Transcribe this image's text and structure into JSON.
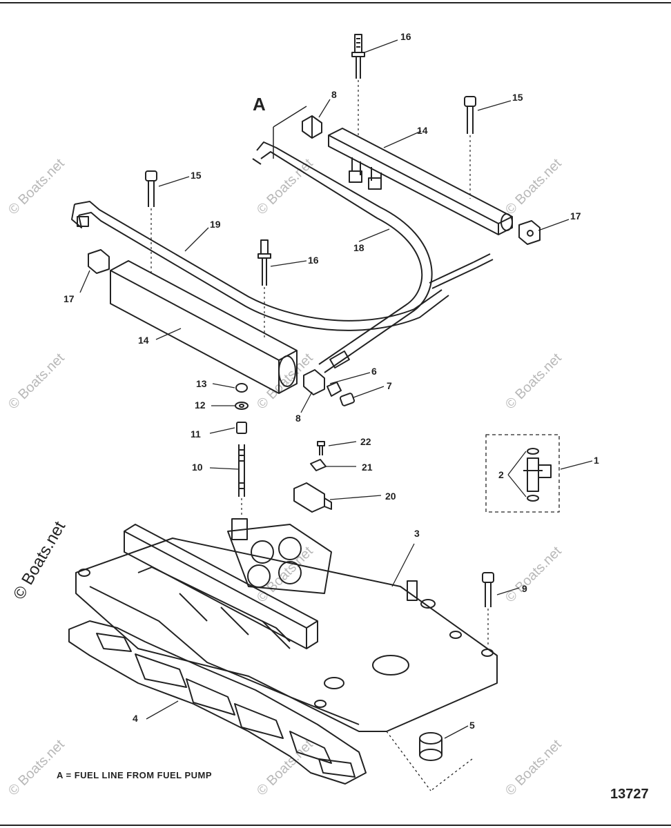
{
  "diagram": {
    "callouts": {
      "c1": "1",
      "c2": "2",
      "c3": "3",
      "c4": "4",
      "c5": "5",
      "c6": "6",
      "c7": "7",
      "c8a": "8",
      "c8b": "8",
      "c9": "9",
      "c10": "10",
      "c11": "11",
      "c12": "12",
      "c13": "13",
      "c14a": "14",
      "c14b": "14",
      "c15a": "15",
      "c15b": "15",
      "c16a": "16",
      "c16b": "16",
      "c17a": "17",
      "c17b": "17",
      "c18": "18",
      "c19": "19",
      "c20": "20",
      "c21": "21",
      "c22": "22",
      "cA": "A"
    },
    "note": "A = FUEL LINE FROM FUEL PUMP",
    "drawing_number": "13727"
  },
  "watermark": {
    "text": "© Boats.net"
  }
}
